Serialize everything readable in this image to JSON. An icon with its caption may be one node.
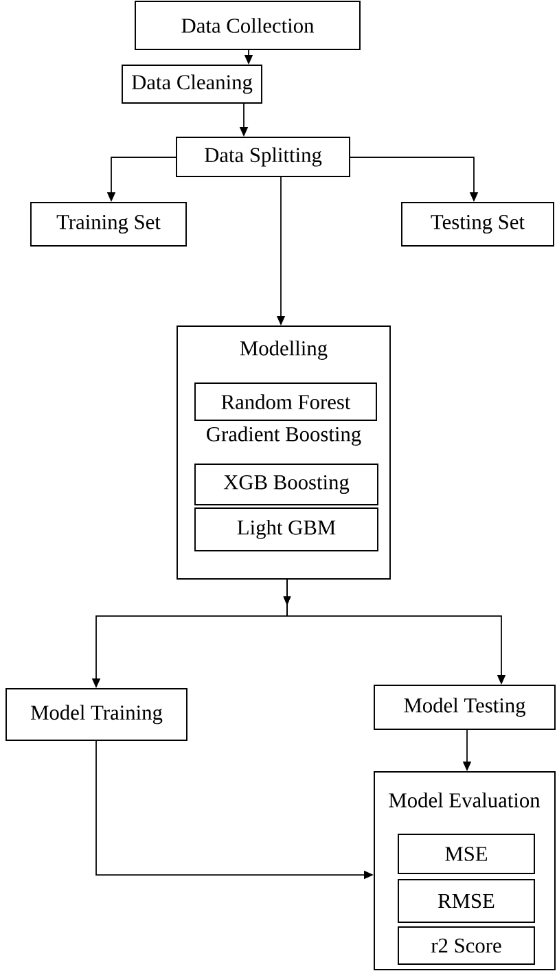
{
  "diagram": {
    "nodes": [
      {
        "text": [
          "Data Collection"
        ]
      },
      {
        "text": [
          "Data Cleaning"
        ]
      },
      {
        "text": [
          "Data Splitting"
        ]
      },
      {
        "text": [
          "Training Set"
        ]
      },
      {
        "text": [
          "Testing Set"
        ]
      },
      {
        "text": [
          "Modelling",
          "Gradient Boosting"
        ]
      },
      {
        "text": [
          "Random Forest"
        ],
        "in": 5
      },
      {
        "text": [
          "XGB Boosting"
        ],
        "in": 5
      },
      {
        "text": [
          "Light GBM"
        ],
        "in": 5
      },
      {
        "text": [
          "Model Training"
        ]
      },
      {
        "text": [
          "Model Testing"
        ]
      },
      {
        "text": [
          "Model Evaluation"
        ]
      },
      {
        "text": [
          "MSE"
        ],
        "in": 11
      },
      {
        "text": [
          "RMSE"
        ],
        "in": 11
      },
      {
        "text": [
          "r2 Score"
        ],
        "in": 11
      }
    ],
    "edges": [
      {
        "from": 0,
        "to": 1,
        "arrow": "to"
      },
      {
        "from": 1,
        "to": 2,
        "arrow": "to"
      },
      {
        "from": 2,
        "to": 3,
        "arrow": "to"
      },
      {
        "from": 2,
        "to": 4,
        "arrow": "to"
      },
      {
        "from": 2,
        "to": 5,
        "arrow": "to"
      },
      {
        "from": 5,
        "to": 9,
        "arrow": "to"
      },
      {
        "from": 5,
        "to": 10,
        "arrow": "to"
      },
      {
        "from": 10,
        "to": 11,
        "arrow": "to"
      },
      {
        "from": 9,
        "to": 11,
        "arrow": "to"
      }
    ]
  }
}
